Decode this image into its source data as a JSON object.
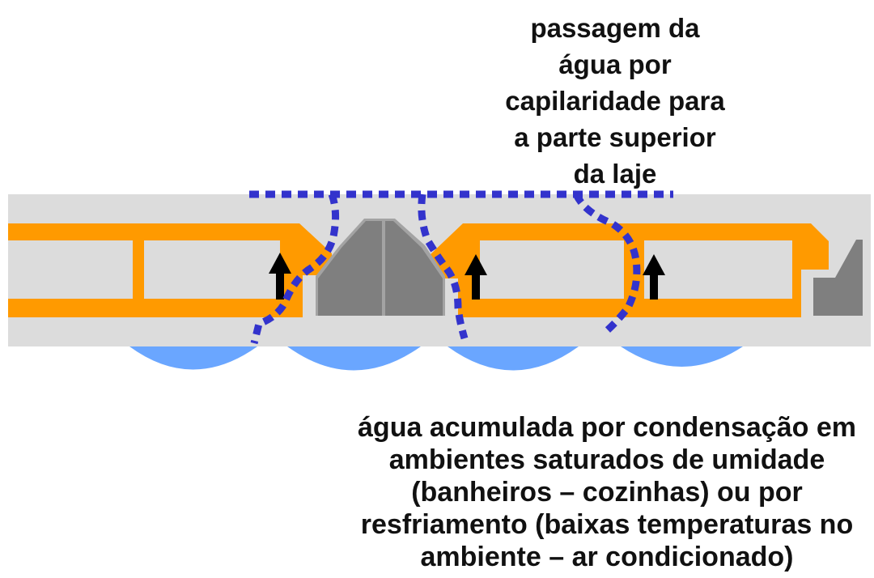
{
  "colors": {
    "slab": "#dcdcdc",
    "block": "#ff9a00",
    "beam": "#7f7f7f",
    "beam_shadow": "#a3a3a3",
    "water": "#6aa6ff",
    "capillary_path": "#3333cc",
    "arrow": "#000000",
    "text": "#111111"
  },
  "labels": {
    "top": [
      "passagem da",
      "água por",
      "capilaridade para",
      "a parte superior",
      "da laje"
    ],
    "bottom": [
      "água acumulada por condensação em",
      "ambientes saturados de umidade",
      "(banheiros – cozinhas) ou por",
      "resfriamento (baixas temperaturas no",
      "ambiente – ar condicionado)"
    ]
  },
  "icons": {
    "upward_arrow": "arrow-up-icon"
  }
}
